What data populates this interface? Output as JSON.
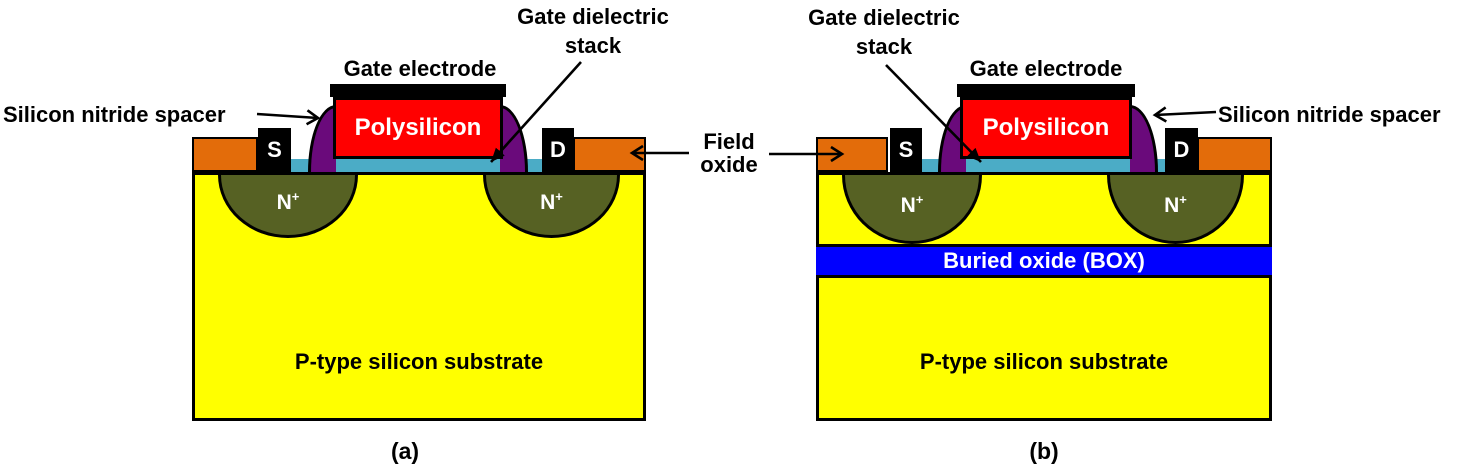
{
  "figure": {
    "labels": {
      "gate_dielectric_stack_line1": "Gate dielectric",
      "gate_dielectric_stack_line2": "stack",
      "gate_electrode": "Gate electrode",
      "silicon_nitride_spacer": "Silicon nitride spacer",
      "field_oxide_line1": "Field",
      "field_oxide_line2": "oxide",
      "polysilicon": "Polysilicon",
      "source_contact": "S",
      "drain_contact": "D",
      "n_plus_base": "N",
      "n_plus_sup": "+",
      "substrate": "P-type silicon substrate",
      "buried_oxide": "Buried oxide (BOX)",
      "caption_a": "(a)",
      "caption_b": "(b)"
    },
    "colors": {
      "substrate_yellow": "#FFFF00",
      "field_oxide_orange": "#E36C0A",
      "polysilicon_red": "#FF0000",
      "spacer_purple": "#6A0A7B",
      "gate_dielectric_cyan": "#4BACC6",
      "n_plus_olive": "#566123",
      "buried_oxide_blue": "#0000FF",
      "contact_black": "#000000",
      "text_white": "#FFFFFF",
      "label_black": "#000000"
    }
  }
}
